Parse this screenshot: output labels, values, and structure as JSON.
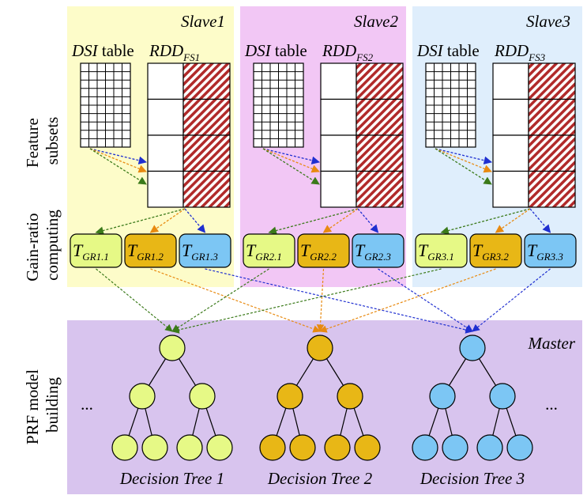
{
  "panels": [
    {
      "title": "Slave1",
      "table_label_var": "DSI",
      "table_label_rest": " table",
      "rdd_main": "RDD",
      "rdd_sub": "FS1",
      "tasks": [
        {
          "main": "T",
          "sub": "GR1.1"
        },
        {
          "main": "T",
          "sub": "GR1.2"
        },
        {
          "main": "T",
          "sub": "GR1.3"
        }
      ]
    },
    {
      "title": "Slave2",
      "table_label_var": "DSI",
      "table_label_rest": " table",
      "rdd_main": "RDD",
      "rdd_sub": "FS2",
      "tasks": [
        {
          "main": "T",
          "sub": "GR2.1"
        },
        {
          "main": "T",
          "sub": "GR2.2"
        },
        {
          "main": "T",
          "sub": "GR2.3"
        }
      ]
    },
    {
      "title": "Slave3",
      "table_label_var": "DSI",
      "table_label_rest": " table",
      "rdd_main": "RDD",
      "rdd_sub": "FS3",
      "tasks": [
        {
          "main": "T",
          "sub": "GR3.1"
        },
        {
          "main": "T",
          "sub": "GR3.2"
        },
        {
          "main": "T",
          "sub": "GR3.3"
        }
      ]
    }
  ],
  "master": {
    "title": "Master",
    "trees": [
      {
        "label": "Decision Tree 1"
      },
      {
        "label": "Decision Tree 2"
      },
      {
        "label": "Decision Tree 3"
      }
    ],
    "ellipsis_left": "...",
    "ellipsis_right": "..."
  },
  "row_labels": {
    "feature_line1": "Feature",
    "feature_line2": "subsets",
    "gain_line1": "Gain-ratio",
    "gain_line2": "computing",
    "prf_line1": "PRF model",
    "prf_line2": "building"
  },
  "colors": {
    "slave1_bg": "#fdfcc9",
    "slave2_bg": "#f2c7f5",
    "slave3_bg": "#dfeefc",
    "master_bg": "#d8c4ee",
    "green_node": "#e6f986",
    "orange_node": "#e8b716",
    "blue_node": "#7cc6f4",
    "green_arrow": "#3b7a1a",
    "orange_arrow": "#e88a10",
    "blue_arrow": "#1f2fd0",
    "hatch": "#b12a2a"
  }
}
